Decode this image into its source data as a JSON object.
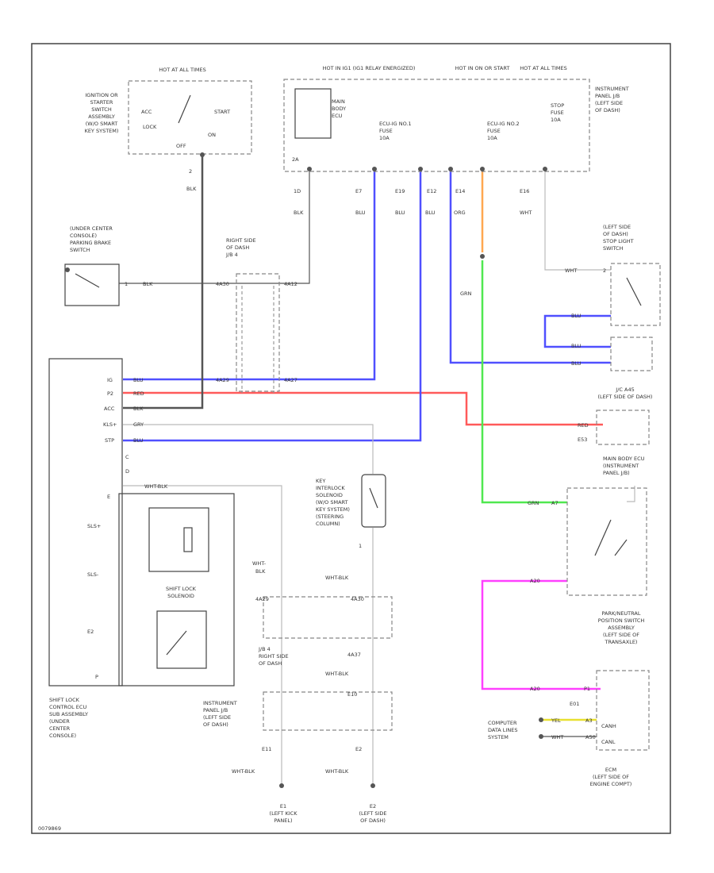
{
  "labels": {
    "ign_hot": "HOT AT ALL TIMES",
    "ign_name": [
      "IGNITION OR",
      "STARTER",
      "SWITCH",
      "ASSEMBLY",
      "(W/O SMART",
      "KEY SYSTEM)"
    ],
    "ign_acc": "ACC",
    "ign_lock": "LOCK",
    "ign_start": "START",
    "ign_on": "ON",
    "ign_off": "OFF",
    "ign_pin": "2",
    "ign_wire": "BLK",
    "hot_ig1": "HOT IN IG1 (IG1 RELAY ENERGIZED)",
    "hot_on_start": "HOT IN ON OR START",
    "hot_all2": "HOT AT ALL TIMES",
    "main_body_ecu": [
      "MAIN",
      "BODY",
      "ECU"
    ],
    "fuse1": [
      "ECU-IG NO.1",
      "FUSE",
      "10A"
    ],
    "fuse2": [
      "ECU-IG NO.2",
      "FUSE",
      "10A"
    ],
    "stop_fuse": [
      "STOP",
      "FUSE",
      "10A"
    ],
    "panel_jb": [
      "INSTRUMENT",
      "PANEL J/B",
      "(LEFT SIDE",
      "OF DASH)"
    ],
    "pin_2a": "2A",
    "pin_row": [
      "1D",
      "E7",
      "E19",
      "E12",
      "E14",
      "E16"
    ],
    "wire_row": [
      "BLK",
      "BLU",
      "BLU",
      "BLU",
      "ORG",
      "WHT"
    ],
    "pb_name": [
      "(UNDER CENTER",
      "CONSOLE)",
      "PARKING BRAKE",
      "SWITCH"
    ],
    "pb_pin": "1",
    "pb_wire": "BLK",
    "jb4_top": [
      "RIGHT SIDE",
      "OF DASH",
      "J/B 4"
    ],
    "jb4_pins": [
      "4A30",
      "4A12"
    ],
    "grn_wire": "GRN",
    "stop_sw": [
      "(LEFT SIDE",
      "OF DASH)",
      "STOP LIGHT",
      "SWITCH"
    ],
    "stop_wht": "WHT",
    "stop_pin": "2",
    "stop_blu": [
      "BLU",
      "BLU",
      "BLU"
    ],
    "ecu_pins": [
      "IG",
      "P2",
      "ACC",
      "KLS+",
      "STP",
      "C",
      "D",
      "E"
    ],
    "ecu_wires": [
      "BLU",
      "RED",
      "BLK",
      "GRY",
      "BLU",
      "WHT-BLK"
    ],
    "jb4_mid": [
      "4A29",
      "4A27"
    ],
    "jc_name": [
      "J/C A45",
      "(LEFT SIDE OF DASH)"
    ],
    "jc_wire": "RED",
    "jc_pin": "E53",
    "key_sol": [
      "KEY",
      "INTERLOCK",
      "SOLENOID",
      "(W/O SMART",
      "KEY SYSTEM)",
      "(STEERING",
      "COLUMN)"
    ],
    "key_pin": "1",
    "main_ecu2": [
      "MAIN BODY ECU",
      "(INSTRUMENT",
      "PANEL J/B)"
    ],
    "main_ecu2_grn": "GRN",
    "main_ecu2_pin": "A7",
    "sls_pins": [
      "SLS+",
      "SLS-",
      "E2"
    ],
    "shift_sol": [
      "SHIFT LOCK",
      "SOLENOID"
    ],
    "ecu_p": "P",
    "wht_blk": [
      "WHT-",
      "BLK",
      "WHT-BLK"
    ],
    "jb4_lower_pins": [
      "4A29",
      "4A30",
      "4A37"
    ],
    "jb4_lower": [
      "J/B 4",
      "RIGHT SIDE",
      "OF DASH"
    ],
    "pnp_pin": "A20",
    "pnp_name": [
      "PARK/NEUTRAL",
      "POSITION SWITCH",
      "ASSEMBLY",
      "(LEFT SIDE OF",
      "TRANSAXLE)"
    ],
    "ecu_name": [
      "SHIFT LOCK",
      "CONTROL ECU",
      "SUB ASSEMBLY",
      "(UNDER",
      "CENTER",
      "CONSOLE)"
    ],
    "wht_blk2": "WHT-BLK",
    "ip_jb": [
      "INSTRUMENT",
      "PANEL J/B",
      "(LEFT SIDE",
      "OF DASH)"
    ],
    "ip_jb_pins": [
      "E11",
      "E10",
      "E2"
    ],
    "pnp_lower": [
      "A20",
      "P1",
      "E01"
    ],
    "can_label": [
      "COMPUTER",
      "DATA LINES",
      "SYSTEM"
    ],
    "can_wires": [
      "YEL",
      "WHT",
      "A3",
      "A50"
    ],
    "can_pins": [
      "CANH",
      "CANL"
    ],
    "ecm": [
      "ECM",
      "(LEFT SIDE OF",
      "ENGINE COMPT)"
    ],
    "wht_blk_bottom": [
      "WHT-BLK",
      "WHT-BLK"
    ],
    "ground1": [
      "E1",
      "(LEFT KICK",
      "PANEL)"
    ],
    "ground2": [
      "E2",
      "(LEFT SIDE",
      "OF DASH)"
    ],
    "diagram_id": "0079869"
  },
  "colors": {
    "blue": "#4040ff",
    "red": "#ff4040",
    "green": "#40ee40",
    "orange": "#ffa040",
    "magenta": "#ff30ff",
    "yellow": "#e8e030",
    "black": "#444444",
    "gray": "#bbbbbb"
  }
}
